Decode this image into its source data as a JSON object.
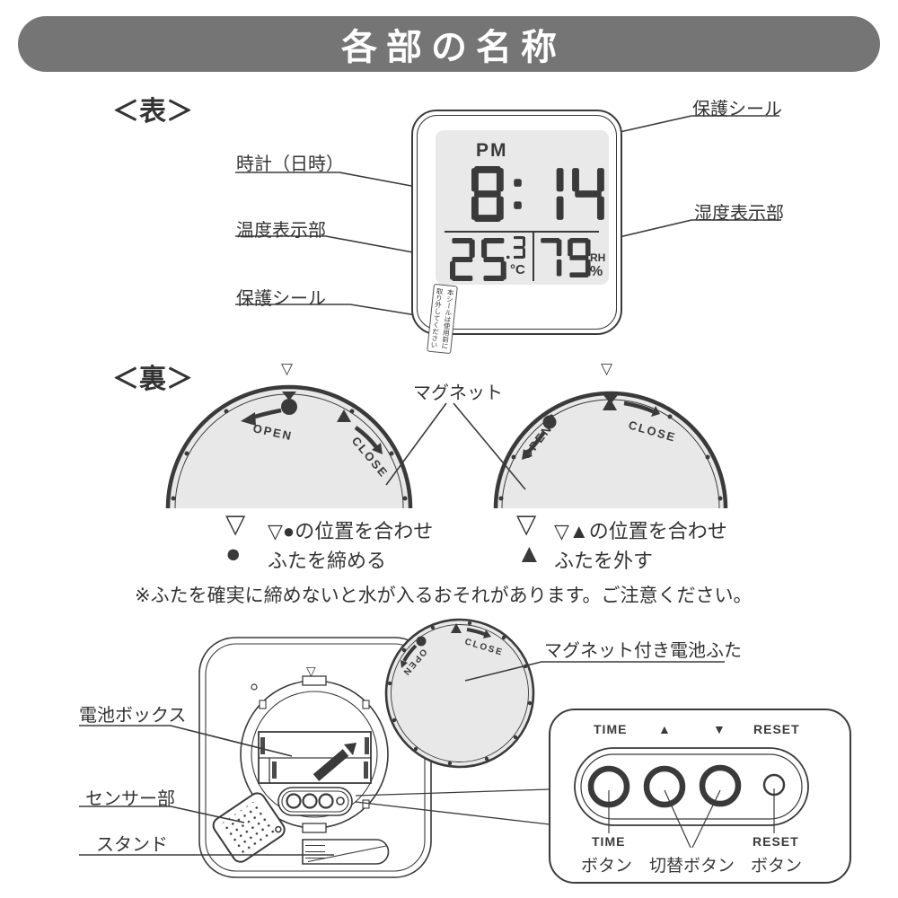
{
  "title": "各部の名称",
  "front": {
    "heading": "＜表＞",
    "labels": {
      "clock": "時計（日時）",
      "temperature": "温度表示部",
      "seal_left": "保護シール",
      "seal_right": "保護シール",
      "humidity": "湿度表示部"
    },
    "display": {
      "ampm": "PM",
      "time": "8:14",
      "temp": "25",
      "temp_decimal": ".3",
      "temp_unit": "°C",
      "humidity": "79",
      "humidity_unit_line1": "RH",
      "humidity_unit_line2": "%"
    },
    "seal_text_line1": "本シールは使用前に",
    "seal_text_line2": "取り外してください"
  },
  "back": {
    "heading": "＜裏＞",
    "magnet_label": "マグネット",
    "left_dial": {
      "top_marker": "▽",
      "open": "OPEN",
      "close": "CLOSE"
    },
    "right_dial": {
      "top_marker": "▽",
      "open": "OPEN",
      "close": "CLOSE"
    },
    "legend_left": {
      "row1_symbol": "▽",
      "row1_text": "▽●の位置を合わせ",
      "row2_symbol": "●",
      "row2_text": "ふたを締める"
    },
    "legend_right": {
      "row1_symbol": "▽",
      "row1_text": "▽▲の位置を合わせ",
      "row2_symbol": "▲",
      "row2_text": "ふたを外す"
    },
    "note": "※ふたを確実に締めないと水が入るおそれがあります。ご注意ください。"
  },
  "bottom": {
    "back_marker": "▽",
    "labels": {
      "battery_box": "電池ボックス",
      "sensor": "センサー部",
      "stand": "スタンド",
      "battery_cover": "マグネット付き電池ふた"
    },
    "cover": {
      "open": "OPEN",
      "close": "CLOSE"
    },
    "panel": {
      "top_labels": [
        "TIME",
        "▲",
        "▼",
        "RESET"
      ],
      "button_labels": {
        "time_line1": "TIME",
        "time_line2": "ボタン",
        "switch": "切替ボタン",
        "reset_line1": "RESET",
        "reset_line2": "ボタン"
      }
    }
  },
  "colors": {
    "banner": "#757575",
    "line": "#3a3a3a",
    "lcd_bg": "#e9e9e9",
    "gray_fill": "#e8e8e8"
  }
}
